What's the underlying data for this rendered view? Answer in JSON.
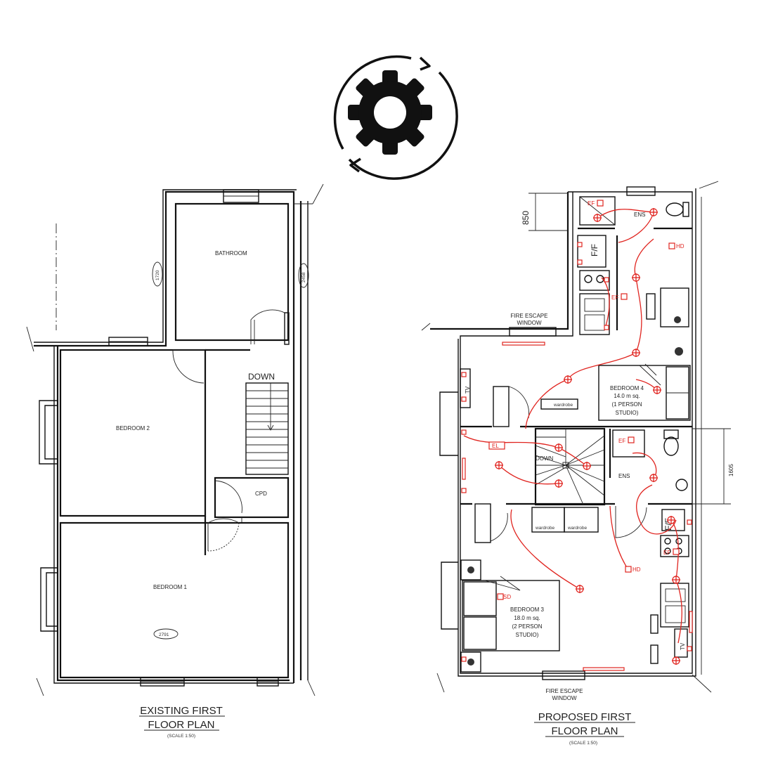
{
  "existing": {
    "title_line1": "EXISTING FIRST",
    "title_line2": "FLOOR PLAN",
    "scale": "(SCALE 1:50)",
    "rooms": {
      "bathroom": "BATHROOM",
      "bedroom2": "BEDROOM 2",
      "bedroom1": "BEDROOM 1",
      "cpd": "CPD",
      "down": "DOWN"
    },
    "dims": {
      "d1720": "1720",
      "d2458": "2458",
      "d2791": "2791"
    }
  },
  "proposed": {
    "title_line1": "PROPOSED FIRST",
    "title_line2": "FLOOR PLAN",
    "scale": "(SCALE 1:50)",
    "fire_escape_top": [
      "FIRE ESCAPE",
      "WINDOW"
    ],
    "fire_escape_bottom": [
      "FIRE ESCAPE",
      "WINDOW"
    ],
    "bedroom4": [
      "BEDROOM 4",
      "14.0 m sq.",
      "(1 PERSON",
      "STUDIO)"
    ],
    "bedroom3": [
      "BEDROOM 3",
      "18.0 m sq.",
      "(2 PERSON",
      "STUDIO)"
    ],
    "ens": "ENS",
    "ff": "F/F",
    "tv": "TV",
    "down": "DOWN",
    "wardrobe": "wardrobe",
    "dims": {
      "d850": "850",
      "d1605": "1605"
    },
    "symbols": {
      "ef": "EF",
      "hd": "HD",
      "sd": "SD",
      "el": "EL"
    }
  },
  "icons": {
    "center": "gear-sync-icon"
  },
  "colors": {
    "line": "#111111",
    "electrical": "#e0241f"
  }
}
